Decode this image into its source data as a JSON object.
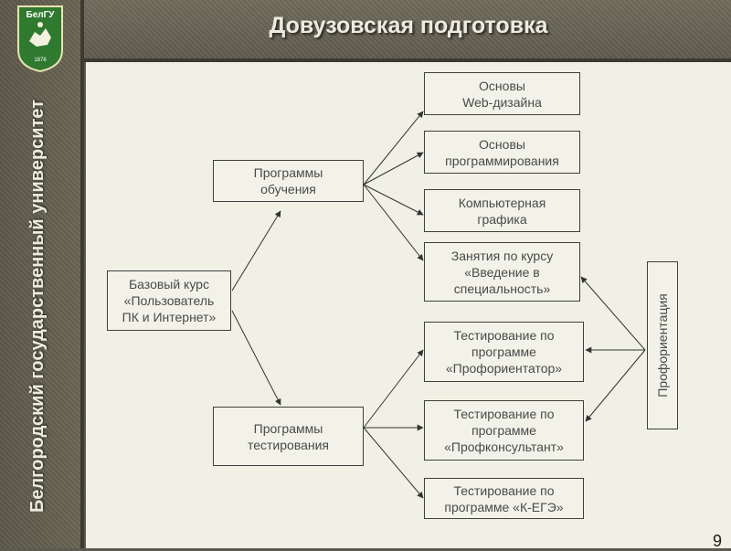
{
  "slide": {
    "title": "Довузовская подготовка",
    "university_vertical": "Белгородский государственный университет",
    "page_number": "9"
  },
  "logo": {
    "top_text": "БелГУ",
    "year": "1876",
    "shield_color": "#2f7a2f"
  },
  "diagram": {
    "base_course": "Базовый курс\n«Пользователь\nПК и Интернет»",
    "training_programs": "Программы\nобучения",
    "testing_programs": "Программы\nтестирования",
    "training_items": [
      "Основы\nWeb-дизайна",
      "Основы\nпрограммирования",
      "Компьютерная\nграфика",
      "Занятия по курсу\n«Введение в\nспециальность»"
    ],
    "testing_items": [
      "Тестирование по\nпрограмме\n«Профориентатор»",
      "Тестирование по\nпрограмме\n«Профконсультант»",
      "Тестирование по\nпрограмме «К-ЕГЭ»"
    ],
    "profile": "Профориентация"
  },
  "colors": {
    "frame": "#5e5a4d",
    "content_bg": "#f0f0e4",
    "box_border": "#3f3f3f",
    "text": "#4a4a4a"
  }
}
